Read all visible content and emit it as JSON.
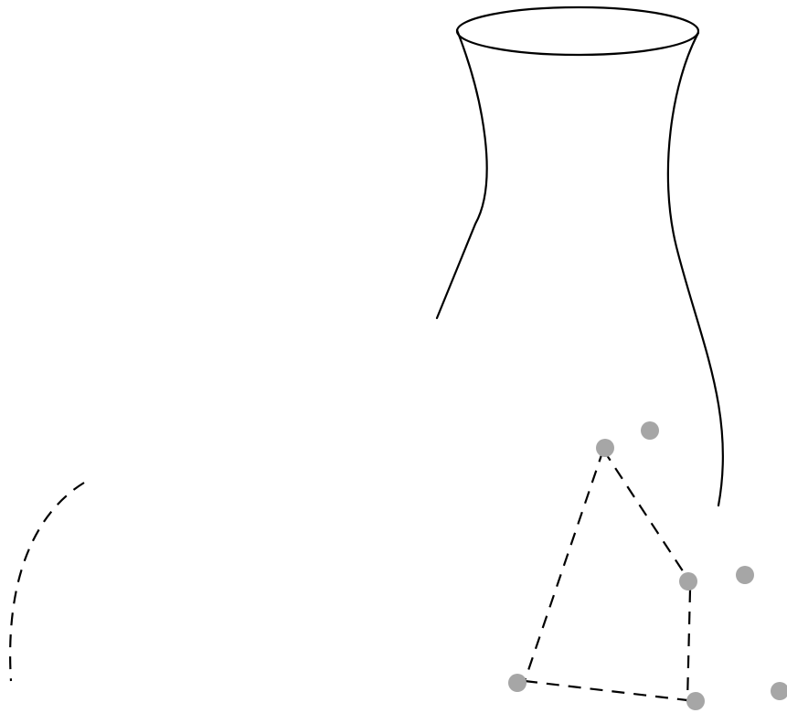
{
  "figure": {
    "background": "#ffffff",
    "line_color": "#000000",
    "point_color": "#a6a6a6",
    "shapes": [
      "flask-outline",
      "dashed-arc",
      "dashed-triangle",
      "control-points"
    ]
  }
}
